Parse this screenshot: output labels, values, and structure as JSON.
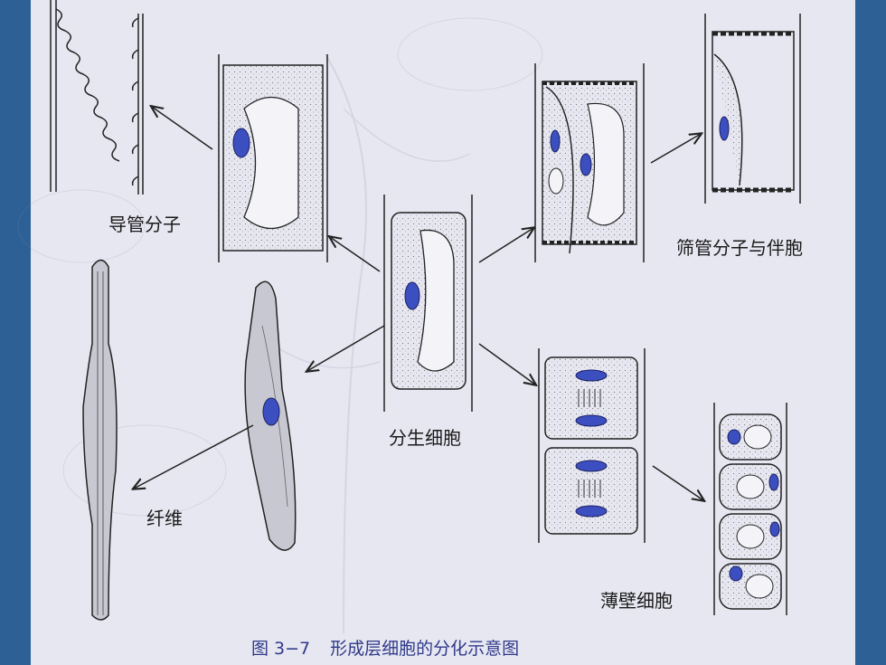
{
  "labels": {
    "vessel": "导管分子",
    "sieve": "筛管分子与伴胞",
    "meristem": "分生细胞",
    "fiber": "纤维",
    "parenchyma": "薄壁细胞"
  },
  "caption": {
    "number": "图 3−7",
    "title": "形成层细胞的分化示意图"
  },
  "colors": {
    "frame": "#2d6196",
    "background": "#e7e7f1",
    "nucleus": "#3c4fc0",
    "caption": "#2f3a8a"
  }
}
